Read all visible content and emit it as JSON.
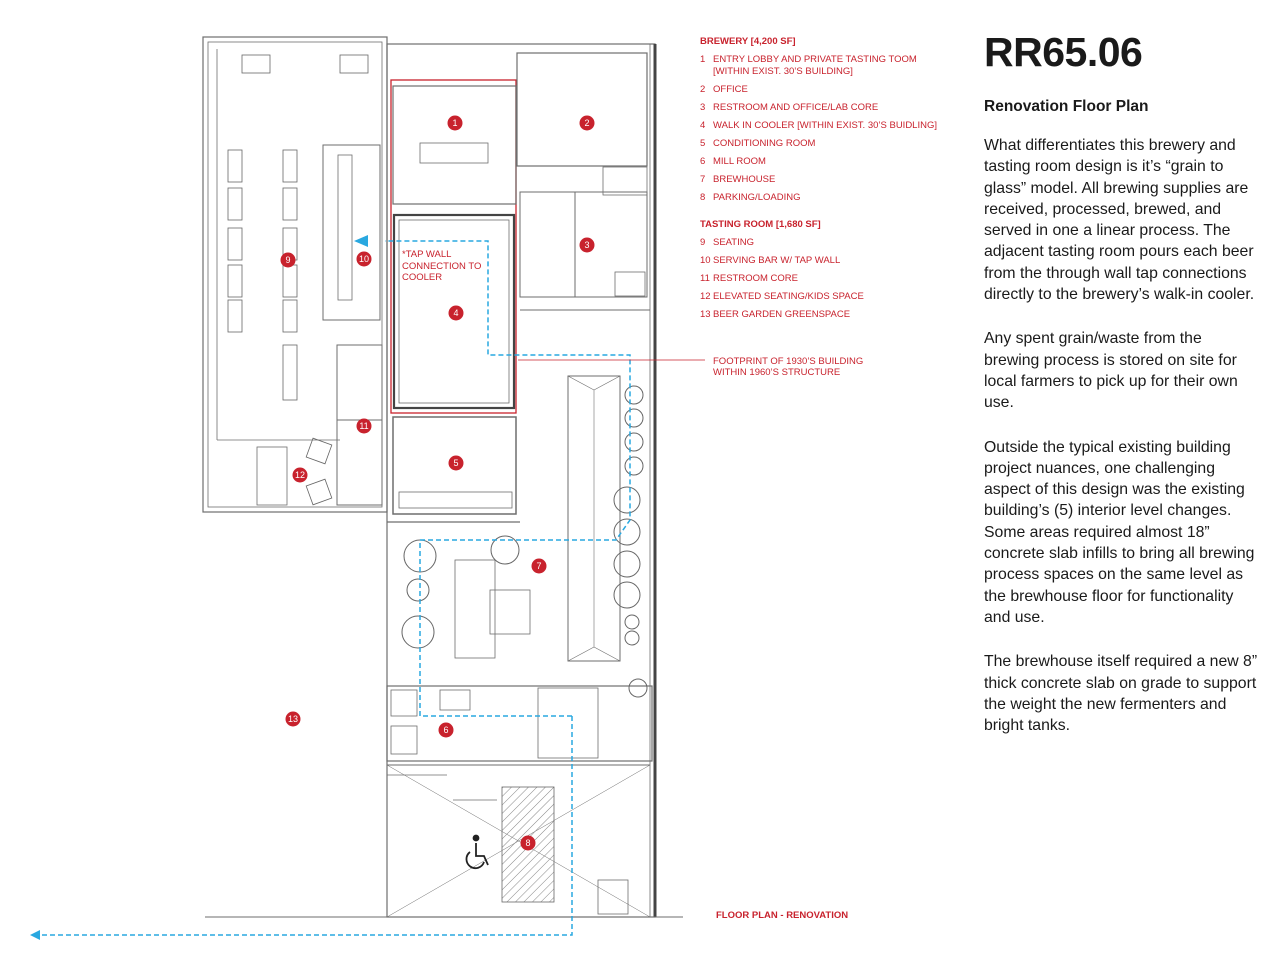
{
  "sheet": {
    "code": "RR65.06",
    "subtitle": "Renovation Floor Plan",
    "paragraphs": [
      "What differentiates this brewery and tasting room design is it’s “grain to glass” model. All brewing supplies are received, processed, brewed, and served in one a linear process. The adjacent tasting room pours each beer from the through wall tap connections directly to the brewery’s walk-in cooler.",
      "Any spent grain/waste from the brewing process is stored on site for local farmers to pick up for their own use.",
      "Outside the typical existing building project nuances, one challenging aspect of this design was the existing building’s (5) interior level changes. Some areas required almost 18” concrete slab infills to bring all brewing process spaces on the same level as the brewhouse floor for functionality and use.",
      "The brewhouse itself required a new 8” thick concrete slab on grade to support the weight the new fermenters and bright tanks."
    ]
  },
  "legend": {
    "brewery_heading": "BREWERY [4,200 SF]",
    "brewery_items": [
      {
        "num": "1",
        "label": "ENTRY LOBBY AND PRIVATE TASTING TOOM [WITHIN EXIST. 30’S BUILDING]"
      },
      {
        "num": "2",
        "label": "OFFICE"
      },
      {
        "num": "3",
        "label": "RESTROOM AND OFFICE/LAB CORE"
      },
      {
        "num": "4",
        "label": "WALK IN COOLER [WITHIN EXIST. 30’S BUIDLING]"
      },
      {
        "num": "5",
        "label": "CONDITIONING ROOM"
      },
      {
        "num": "6",
        "label": "MILL ROOM"
      },
      {
        "num": "7",
        "label": "BREWHOUSE"
      },
      {
        "num": "8",
        "label": "PARKING/LOADING"
      }
    ],
    "tasting_heading": "TASTING ROOM [1,680 SF]",
    "tasting_items": [
      {
        "num": "9",
        "label": "SEATING"
      },
      {
        "num": "10",
        "label": "SERVING BAR W/ TAP WALL"
      },
      {
        "num": "11",
        "label": "RESTROOM CORE"
      },
      {
        "num": "12",
        "label": "ELEVATED SEATING/KIDS SPACE"
      },
      {
        "num": "13",
        "label": "BEER GARDEN GREENSPACE"
      }
    ]
  },
  "annotations": {
    "footprint_callout": "FOOTPRINT OF 1930’S BUILDING WITHIN 1960’S STRUCTURE",
    "tap_wall_note": "*TAP WALL CONNECTION TO COOLER",
    "plan_title": "FLOOR PLAN - RENOVATION"
  },
  "room_markers": [
    "1",
    "2",
    "3",
    "4",
    "5",
    "6",
    "7",
    "8",
    "9",
    "10",
    "11",
    "12",
    "13"
  ],
  "colors": {
    "accent_red": "#c8222d",
    "process_path_blue": "#29a8e0",
    "wall_gray": "#7a7a7a",
    "text_dark": "#1a1a1a"
  }
}
